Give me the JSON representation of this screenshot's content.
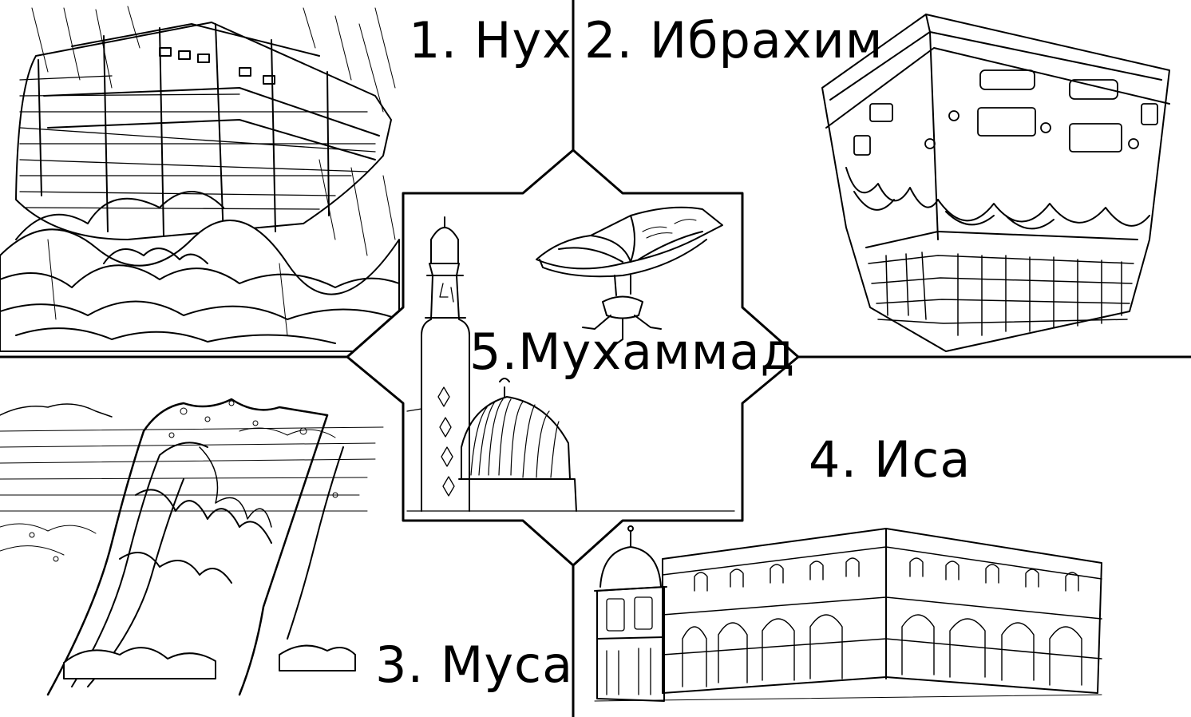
{
  "panels": [
    {
      "id": "nuh",
      "label": "1. Нух",
      "illustration": "ark-in-storm"
    },
    {
      "id": "ibrahim",
      "label": "2. Ибрахим",
      "illustration": "kaaba"
    },
    {
      "id": "musa",
      "label": "3. Муса",
      "illustration": "parting-sea"
    },
    {
      "id": "isa",
      "label": "4. Иса",
      "illustration": "al-aqsa-mosque"
    },
    {
      "id": "muhammad",
      "label": "5.Мухаммад",
      "illustration": "minaret-dome-quran"
    }
  ],
  "colors": {
    "ink": "#000000",
    "paper": "#ffffff"
  }
}
